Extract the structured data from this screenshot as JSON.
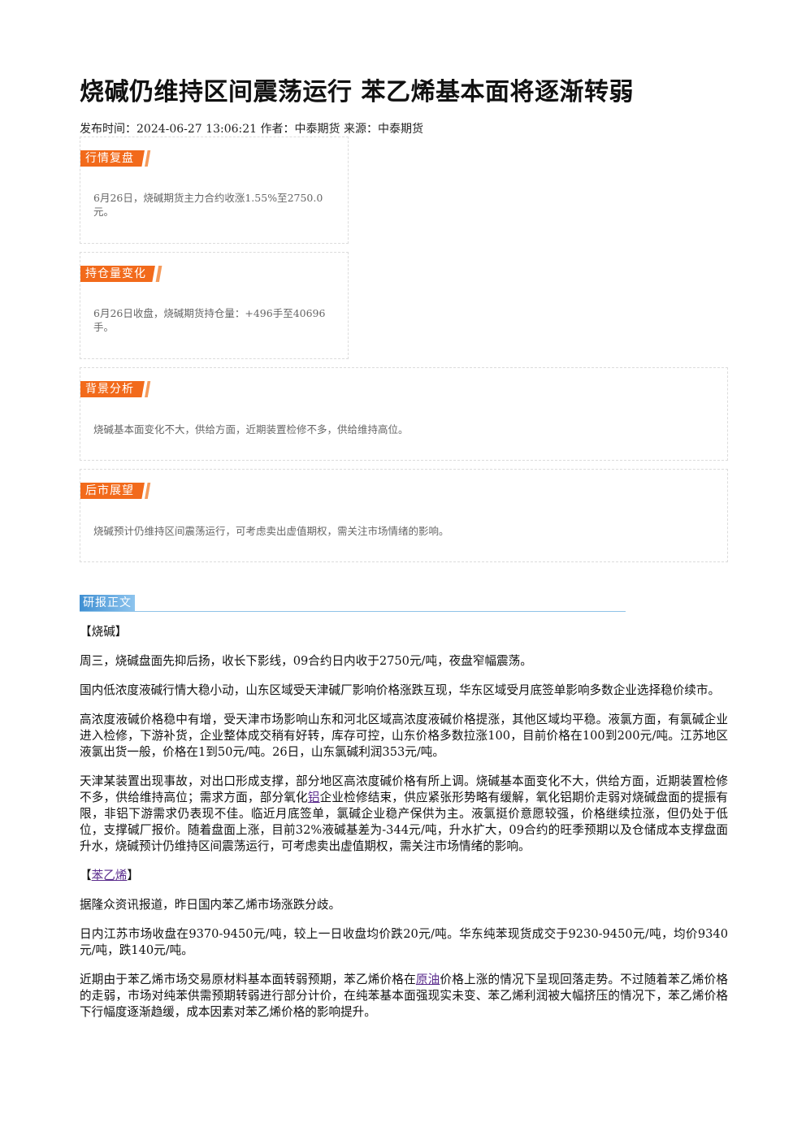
{
  "article": {
    "title": "烧碱仍维持区间震荡运行 苯乙烯基本面将逐渐转弱",
    "meta": "发布时间：2024-06-27 13:06:21 作者：中泰期货 来源：中泰期货"
  },
  "sections": {
    "market_review": {
      "label": "行情复盘",
      "text": "6月26日，烧碱期货主力合约收涨1.55%至2750.0元。"
    },
    "position_change": {
      "label": "持仓量变化",
      "text": "6月26日收盘，烧碱期货持仓量：+496手至40696手。"
    },
    "background": {
      "label": "背景分析",
      "text": "烧碱基本面变化不大，供给方面，近期装置检修不多，供给维持高位。"
    },
    "outlook": {
      "label": "后市展望",
      "text": "烧碱预计仍维持区间震荡运行，可考虑卖出虚值期权，需关注市场情绪的影响。"
    }
  },
  "report": {
    "label": "研报正文",
    "caustic_heading": "【烧碱】",
    "p1": "周三，烧碱盘面先抑后扬，收长下影线，09合约日内收于2750元/吨，夜盘窄幅震荡。",
    "p2": "国内低浓度液碱行情大稳小动，山东区域受天津碱厂影响价格涨跌互现，华东区域受月底签单影响多数企业选择稳价续市。",
    "p3": "高浓度液碱价格稳中有增，受天津市场影响山东和河北区域高浓度液碱价格提涨，其他区域均平稳。液氯方面，有氯碱企业进入检修，下游补货，企业整体成交稍有好转，库存可控，山东价格多数拉涨100，目前价格在100到200元/吨。江苏地区液氯出货一般，价格在1到50元/吨。26日，山东氯碱利润353元/吨。",
    "p4_a": "天津某装置出现事故，对出口形成支撑，部分地区高浓度碱价格有所上调。烧碱基本面变化不大，供给方面，近期装置检修不多，供给维持高位；需求方面，部分氧化",
    "p4_link": "铝",
    "p4_b": "企业检修结束，供应紧张形势略有缓解，氧化铝期价走弱对烧碱盘面的提振有限，非铝下游需求仍表现不佳。临近月底签单，氯碱企业稳产保供为主。液氯挺价意愿较强，价格继续拉涨，但仍处于低位，支撑碱厂报价。随着盘面上涨，目前32%液碱基差为-344元/吨，升水扩大，09合约的旺季预期以及仓储成本支撑盘面升水，烧碱预计仍维持区间震荡运行，可考虑卖出虚值期权，需关注市场情绪的影响。",
    "styrene_open": "【",
    "styrene_link": "苯乙烯",
    "styrene_close": "】",
    "p5": "据隆众资讯报道，昨日国内苯乙烯市场涨跌分歧。",
    "p6": "日内江苏市场收盘在9370-9450元/吨，较上一日收盘均价跌20元/吨。华东纯苯现货成交于9230-9450元/吨，均价9340元/吨，跌140元/吨。",
    "p7_a": "近期由于苯乙烯市场交易原材料基本面转弱预期，苯乙烯价格在",
    "p7_link": "原油",
    "p7_b": "价格上涨的情况下呈现回落走势。不过随着苯乙烯价格的走弱，市场对纯苯供需预期转弱进行部分计价，在纯苯基本面强现实未变、苯乙烯利润被大幅挤压的情况下，苯乙烯价格下行幅度逐渐趋缓，成本因素对苯乙烯价格的影响提升。"
  }
}
